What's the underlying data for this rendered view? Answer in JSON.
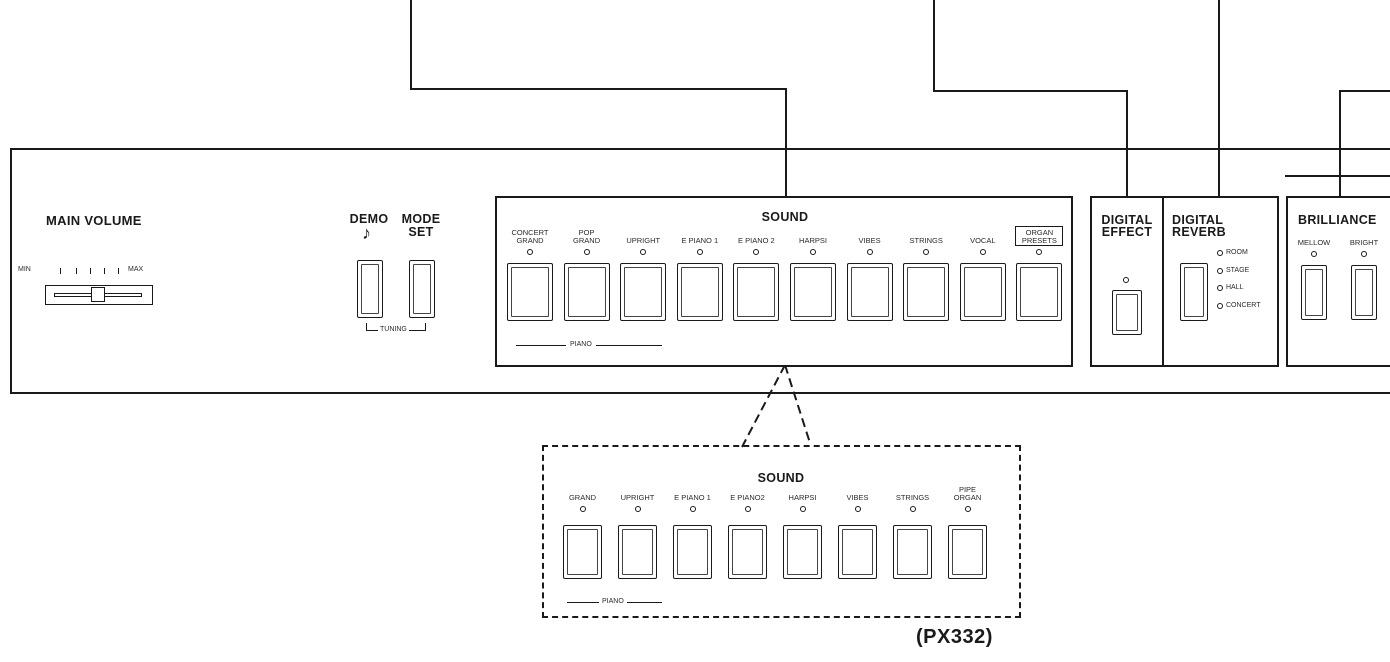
{
  "main_volume": {
    "title": "MAIN VOLUME",
    "min_label": "MIN",
    "max_label": "MAX"
  },
  "demo_mode": {
    "demo_label": "DEMO",
    "demo_icon": "music-note-icon",
    "note_glyph": "♪",
    "mode_label": "MODE",
    "set_label": "SET",
    "tuning_label": "TUNING"
  },
  "sound": {
    "title": "SOUND",
    "buttons": [
      {
        "l1": "CONCERT",
        "l2": "GRAND"
      },
      {
        "l1": "POP",
        "l2": "GRAND"
      },
      {
        "l1": "",
        "l2": "UPRIGHT"
      },
      {
        "l1": "",
        "l2": "E PIANO 1"
      },
      {
        "l1": "",
        "l2": "E PIANO 2"
      },
      {
        "l1": "",
        "l2": "HARPSI"
      },
      {
        "l1": "",
        "l2": "VIBES"
      },
      {
        "l1": "",
        "l2": "STRINGS"
      },
      {
        "l1": "",
        "l2": "VOCAL"
      },
      {
        "l1": "ORGAN",
        "l2": "PRESETS"
      }
    ],
    "piano_group_label": "PIANO"
  },
  "digital_effect": {
    "l1": "DIGITAL",
    "l2": "EFFECT"
  },
  "digital_reverb": {
    "l1": "DIGITAL",
    "l2": "REVERB",
    "options": [
      "ROOM",
      "STAGE",
      "HALL",
      "CONCERT"
    ]
  },
  "brilliance": {
    "title": "BRILLIANCE",
    "options": [
      "MELLOW",
      "BRIGHT"
    ]
  },
  "inset": {
    "title": "SOUND",
    "buttons": [
      {
        "l1": "",
        "l2": "GRAND"
      },
      {
        "l1": "",
        "l2": "UPRIGHT"
      },
      {
        "l1": "",
        "l2": "E PIANO 1"
      },
      {
        "l1": "",
        "l2": "E PIANO2"
      },
      {
        "l1": "",
        "l2": "HARPSI"
      },
      {
        "l1": "",
        "l2": "VIBES"
      },
      {
        "l1": "",
        "l2": "STRINGS"
      },
      {
        "l1": "PIPE",
        "l2": "ORGAN"
      }
    ],
    "piano_group_label": "PIANO",
    "model_label": "(PX332)"
  }
}
